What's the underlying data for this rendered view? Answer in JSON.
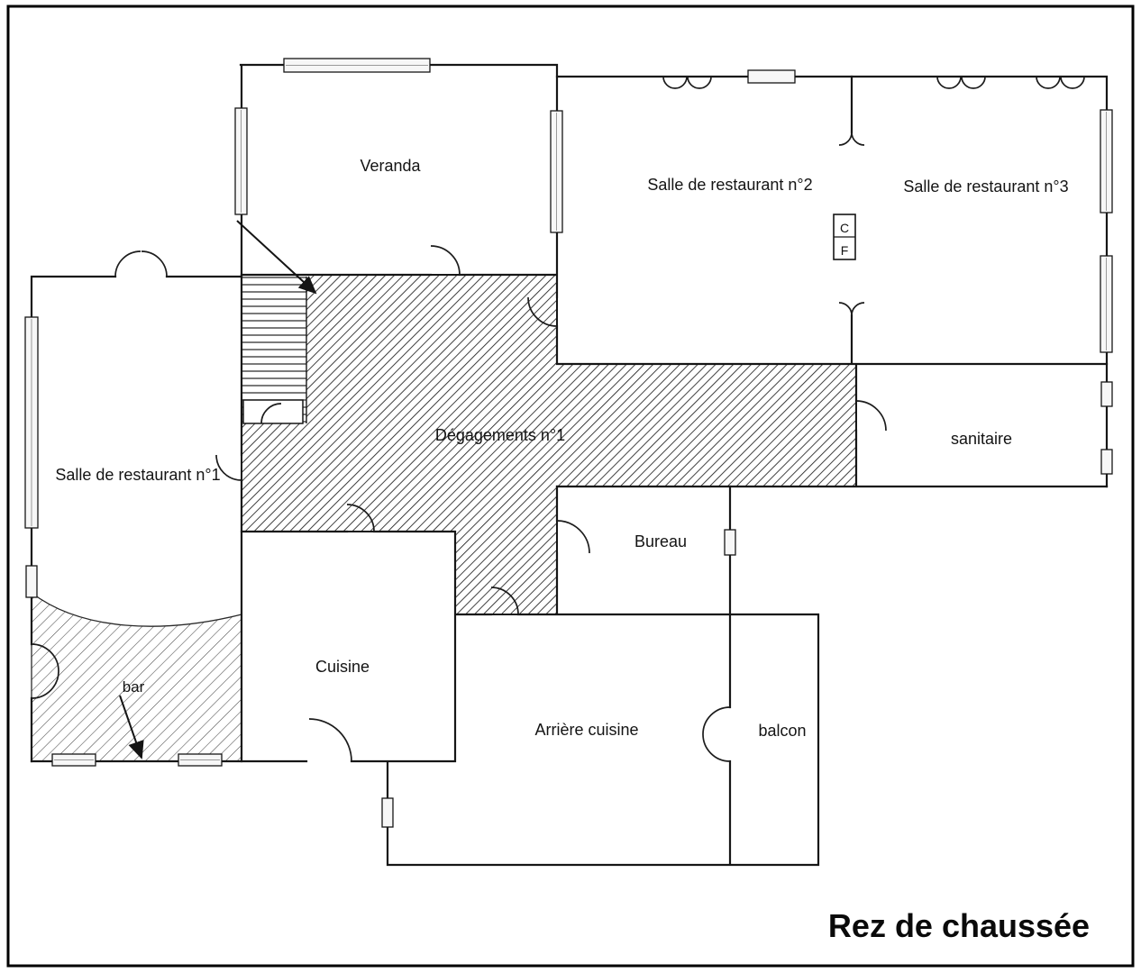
{
  "title": "Rez de chaussée",
  "rooms": {
    "veranda": {
      "label": "Veranda"
    },
    "salle_restaurant_2": {
      "label": "Salle de restaurant n°2"
    },
    "salle_restaurant_3": {
      "label": "Salle de restaurant n°3"
    },
    "salle_restaurant_1": {
      "label": "Salle de restaurant n°1"
    },
    "degagements_1": {
      "label": "Dégagements n°1"
    },
    "sanitaire": {
      "label": "sanitaire"
    },
    "bureau": {
      "label": "Bureau"
    },
    "cuisine": {
      "label": "Cuisine"
    },
    "arriere_cuisine": {
      "label": "Arrière cuisine"
    },
    "balcon": {
      "label": "balcon"
    },
    "bar": {
      "label": "bar"
    }
  },
  "annotations": {
    "fire_door": {
      "top": "C",
      "bottom": "F"
    }
  },
  "colors": {
    "wall": "#161616",
    "hatch_dark": "#1f1f1f",
    "hatch_light": "#4a4a4a",
    "background": "#ffffff"
  }
}
